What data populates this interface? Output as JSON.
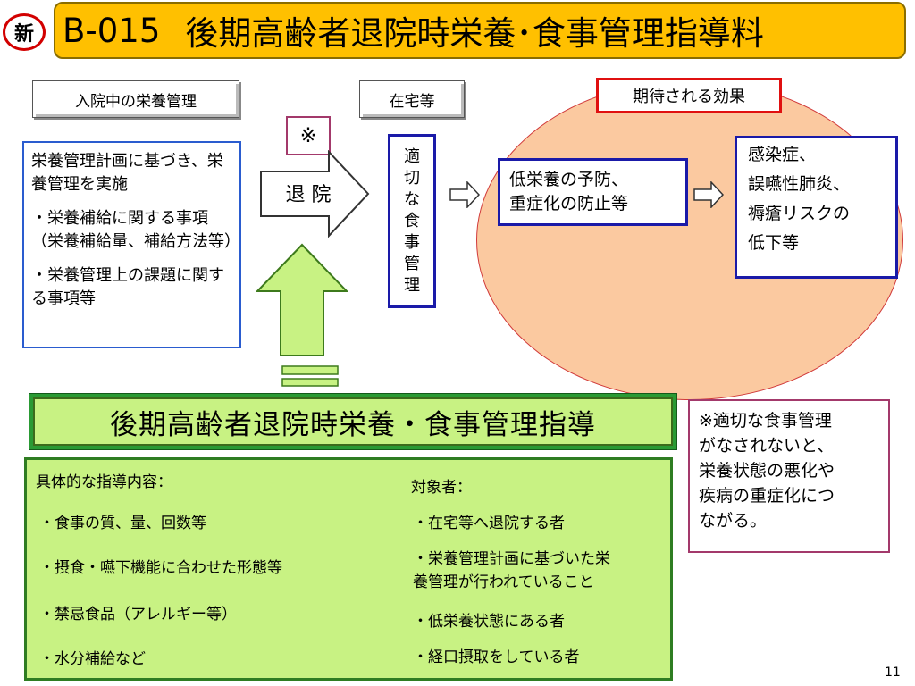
{
  "title": {
    "badge": "新",
    "code": "B-015",
    "text": "後期高齢者退院時栄養･食事管理指導料"
  },
  "left_header": "入院中の栄養管理",
  "center_header": "在宅等",
  "left_box": {
    "p1": "栄養管理計画に基づき、栄養管理を実施",
    "p2": "・栄養補給に関する事項（栄養補給量、補給方法等）",
    "p3": "・栄養管理上の課題に関する事項等"
  },
  "note_mark": "※",
  "discharge_arrow_label": "退 院",
  "vertical_text": [
    "適",
    "切",
    "な",
    "食",
    "事",
    "管",
    "理"
  ],
  "effect_label": "期待される効果",
  "mid_box": {
    "line1": "低栄養の予防、",
    "line2": "重症化の防止等"
  },
  "right_box": {
    "line1": "感染症、",
    "line2": "誤嚥性肺炎、",
    "line3": "褥瘡リスクの",
    "line4": "低下等"
  },
  "main_label": "後期高齢者退院時栄養・食事管理指導",
  "guidance": {
    "header": "具体的な指導内容：",
    "items": [
      "・食事の質、量、回数等",
      "・摂食・嚥下機能に合わせた形態等",
      "・禁忌食品（アレルギー等）",
      "・水分補給など"
    ]
  },
  "target": {
    "header": "対象者：",
    "items": [
      "・在宅等へ退院する者",
      "・栄養管理計画に基づいた栄",
      "養管理が行われていること",
      "・低栄養状態にある者",
      "・経口摂取をしている者"
    ]
  },
  "note_box": {
    "line1": "※適切な食事管理",
    "line2": "がなされないと、",
    "line3": "栄養状態の悪化や",
    "line4": "疾病の重症化につ",
    "line5": "ながる。"
  },
  "page_number": "11",
  "colors": {
    "title_bg": "#ffc000",
    "ellipse_bg": "#fbc9a0",
    "green_panel": "#c8f283",
    "arrow_green": "#c8f283",
    "blue_border": "#2a5ccf"
  }
}
